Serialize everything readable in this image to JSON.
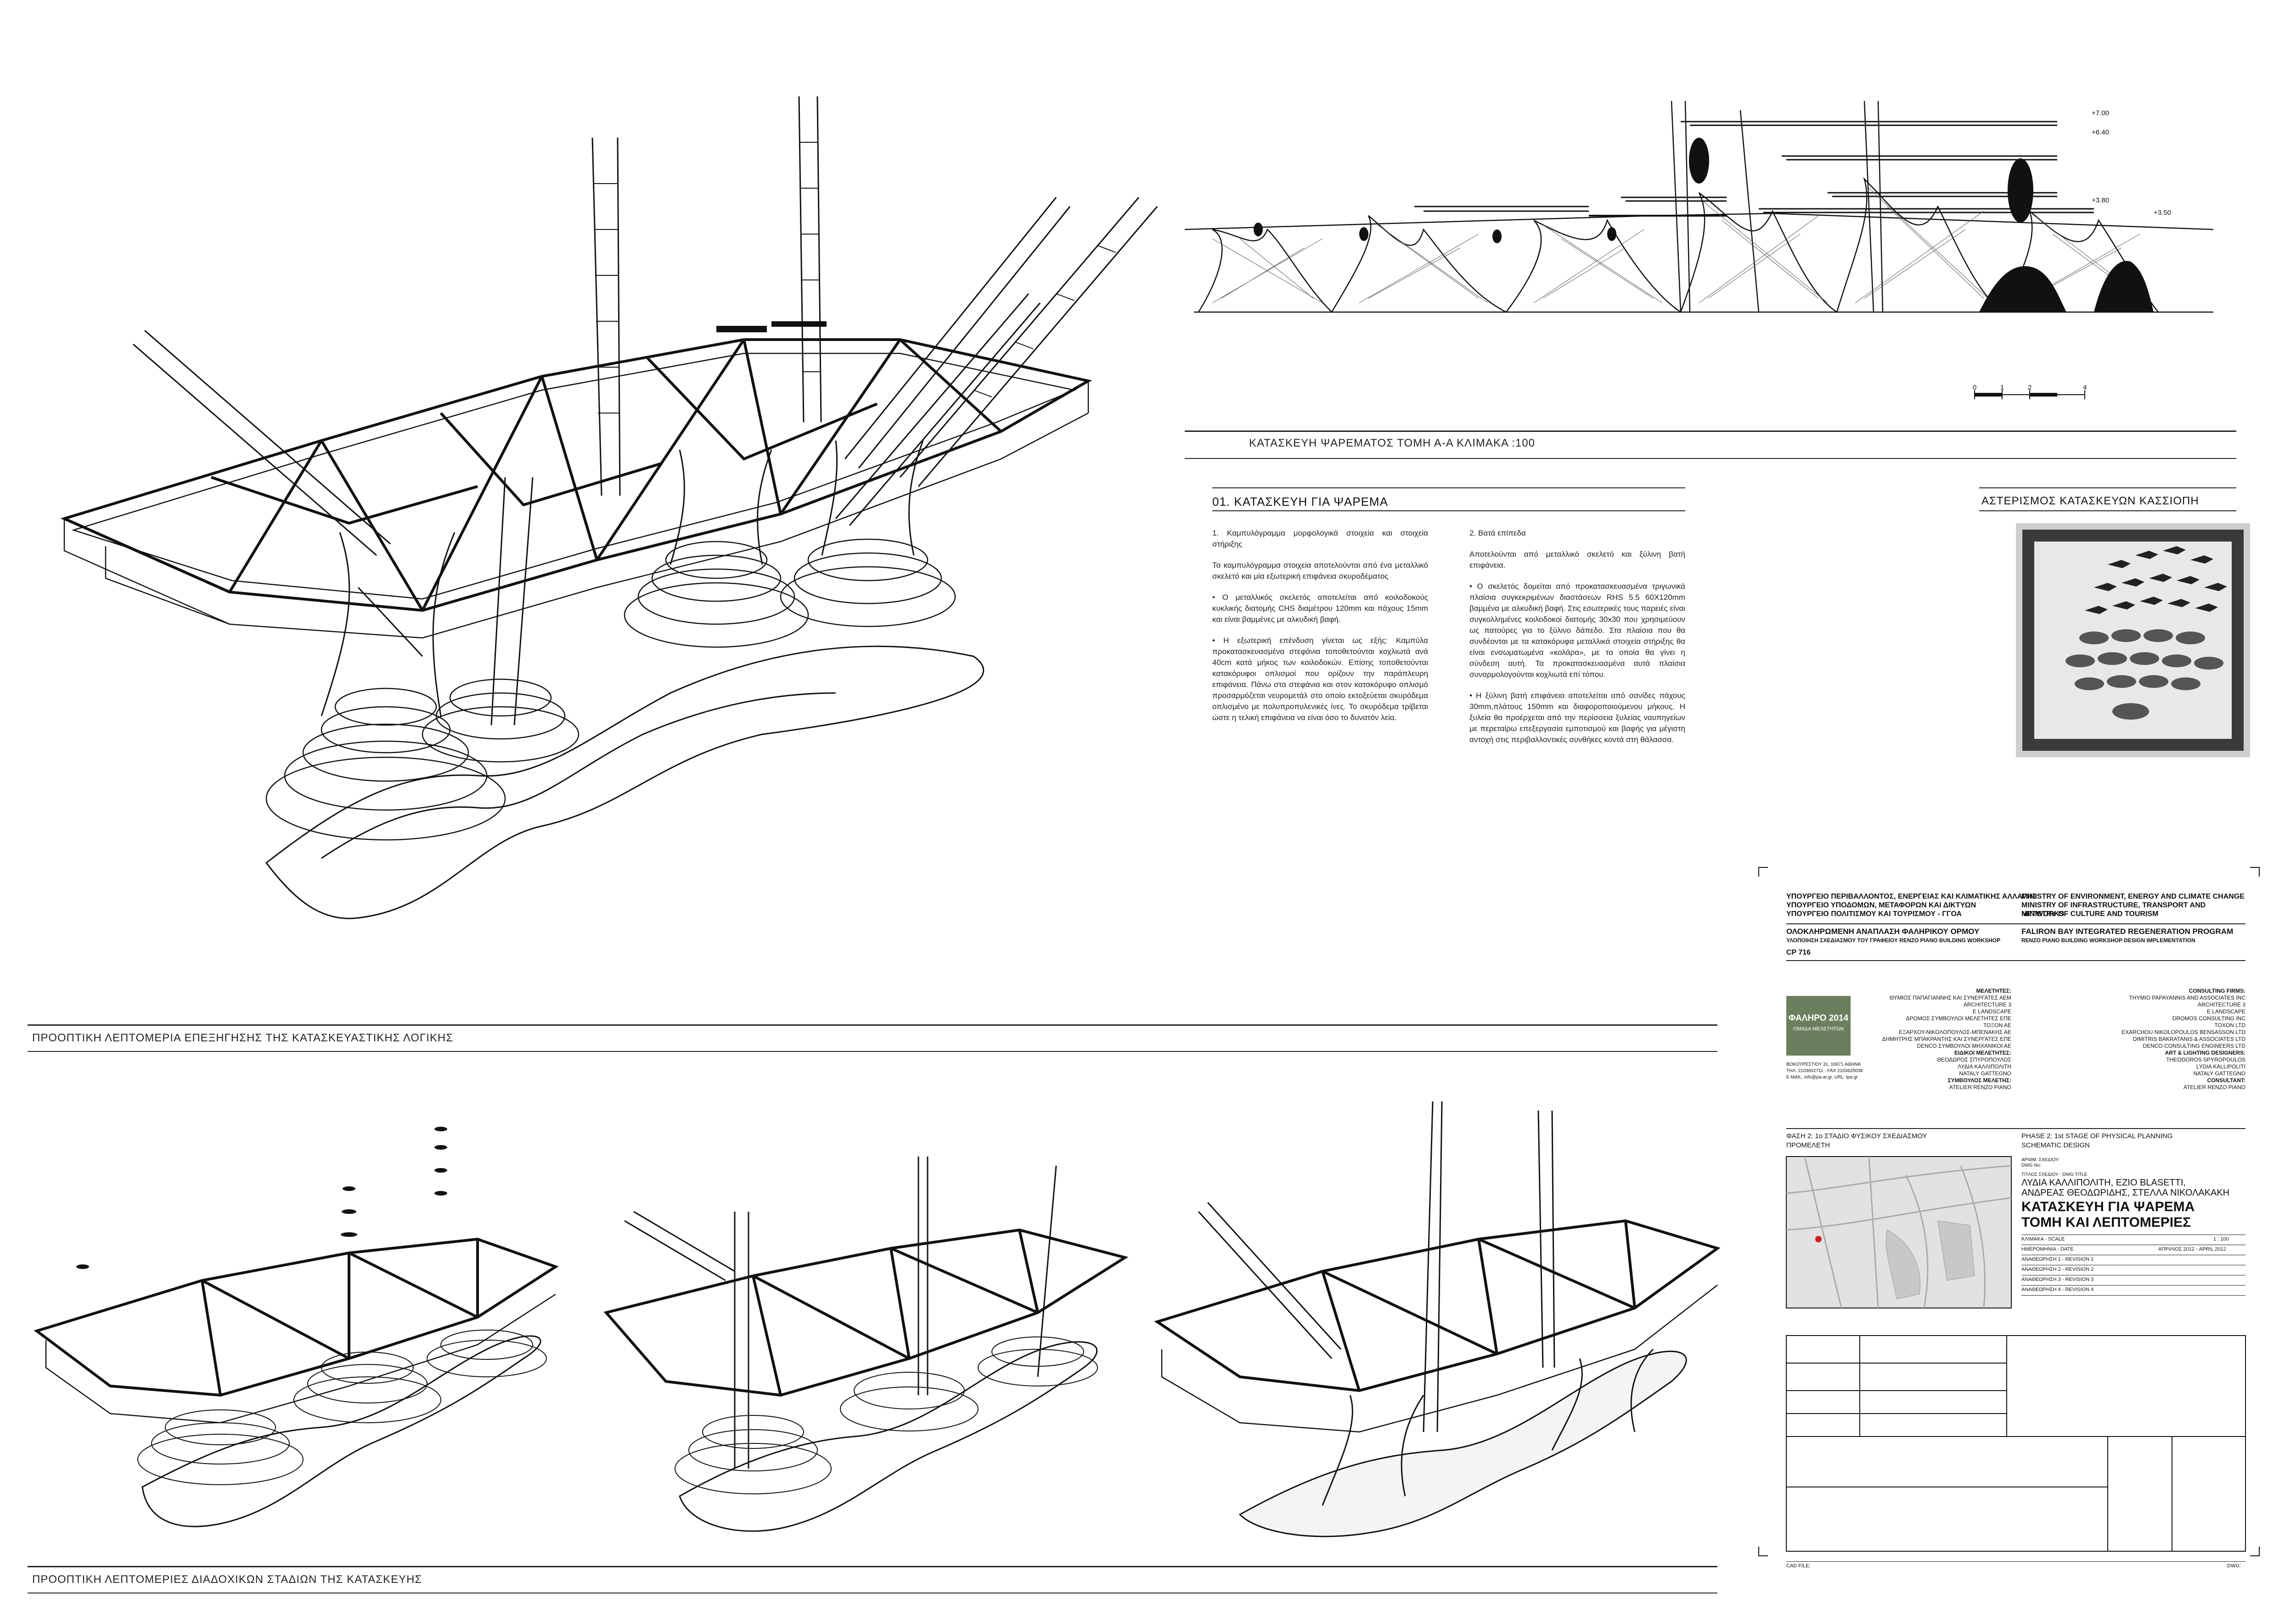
{
  "section_drawing": {
    "title": "ΚΑΤΑΣΚΕΥΗ ΨΑΡΕΜΑΤΟΣ ΤΟΜΗ Α-Α ΚΛΙΜΑΚΑ :100",
    "elevations": [
      "+7.00",
      "+6.40",
      "+3.80",
      "+3.50"
    ],
    "scale_ticks": [
      "0",
      "1",
      "2",
      "4"
    ]
  },
  "axonometric": {
    "caption": "ΠΡΟΟΠΤΙΚΗ ΛΕΠΤΟΜΕΡΙΑ ΕΠΕΞΗΓΗΣΗΣ ΤΗΣ ΚΑΤΑΣΚΕΥΑΣΤΙΚΗΣ ΛΟΓΙΚΗΣ"
  },
  "stages": {
    "caption": "ΠΡΟΟΠΤΙΚΗ ΛΕΠΤΟΜΕΡΙΕΣ ΔΙΑΔΟΧΙΚΩΝ ΣΤΑΔΙΩΝ ΤΗΣ ΚΑΤΑΣΚΕΥΗΣ"
  },
  "text_section": {
    "heading": "01. ΚΑΤΑΣΚΕΥΗ ΓΙΑ ΨΑΡΕΜΑ",
    "col1": [
      "1.        Καμπυλόγραμμα μορφολογικά στοιχεία και στοιχεία στήριξης",
      "Τα καμπυλόγραμμα στοιχεία αποτελούνται από ένα μεταλλικό σκελετό και μία εξωτερική επιφάνεια σκυροδέματος",
      "•        Ο μεταλλικός σκελετός αποτελείται από κοιλοδοκούς κυκλικής διατομής CHS διαμέτρου 120mm και πάχους 15mm και είναι βαμμένες με αλκυδική βαφή.",
      "•        Η εξωτερική επένδυση γίνεται ως εξής: Καμπύλα προκατασκευασμένα στεφάνια τοποθετούνται κοχλιωτά ανά 40cm κατά μήκος των κοιλοδοκών. Επίσης τοποθετούνται κατακόρυφοι οπλισμοί που ορίζουν την παράπλευρη επιφάνεια. Πάνω στα στεφάνια και στον κατακόρυφο οπλισμό προσαρμόζεται νευρομετάλ στο οποίο εκτοξεύεται σκυρόδεμα οπλισμένο με πολυπροπυλενικές ίνες. Το σκυρόδεμα τρίβεται ώστε η τελική επιφάνεια να είναι όσο το δυνατόν λεία."
    ],
    "col2": [
      "2.        Βατά επίπεδα",
      "Αποτελούνται από μεταλλικό σκελετό και ξύλινη βατή επιφάνεια.",
      "•        Ο σκελετός δομείται από προκατασκευασμένα τριγωνικά πλαίσια συγκεκριμένων διαστάσεων RHS 5.5 60X120mm βαμμένα με αλκυδική βαφή. Στις εσωτερικές τους παρειές είναι συγκολλημένες κοιλοδοκοί διατομής 30x30 που χρησιμεύουν ως πατούρες για το ξύλινο δάπεδο. Στα πλαίσια που θα συνδέονται με τα κατακόρυφα μεταλλικά στοιχεία στήριξης θα είναι ενσωματωμένα «κολάρα», με τα οποία θα γίνει η σύνδεση αυτή. Τα προκατασκευασμένα αυτά πλαίσια συναρμολογούνται κοχλιωτά επί τόπου.",
      "•        Η ξύλινη βατή επιφάνεια αποτελείται από σανίδες πάχους 30mm,πλάτους 150mm και διαφοροποιούμενου μήκους. Η ξυλεία θα προέρχεται από την περίσσεια ξυλείας ναυπηγείων με περεταίρω επεξεργασία εμποτισμού και βαφής για μέγιστη αντοχή στις περιβαλλοντικές συνθήκες κοντά στη θάλασσα."
    ]
  },
  "reference": {
    "title": "ΑΣΤΕΡΙΣΜΟΣ ΚΑΤΑΣΚΕΥΩΝ ΚΑΣΣΙΟΠΗ"
  },
  "title_block": {
    "ministry_gr": [
      "ΥΠΟΥΡΓΕΙΟ ΠΕΡΙΒΑΛΛΟΝΤΟΣ, ΕΝΕΡΓΕΙΑΣ ΚΑΙ ΚΛΙΜΑΤΙΚΗΣ ΑΛΛΑΓΗΣ",
      "ΥΠΟΥΡΓΕΙΟ ΥΠΟΔΟΜΩΝ, ΜΕΤΑΦΟΡΩΝ ΚΑΙ ΔΙΚΤΥΩΝ",
      "ΥΠΟΥΡΓΕΙΟ ΠΟΛΙΤΙΣΜΟΥ ΚΑΙ ΤΟΥΡΙΣΜΟΥ  -  ΓΓΟΑ"
    ],
    "ministry_en": [
      "MINISTRY OF  ENVIRONMENT, ENERGY AND CLIMATE CHANGE",
      "MINISTRY OF INFRASTRUCTURE, TRANSPORT AND NETWORKS",
      "MINISTRY OF  CULTURE AND TOURISM"
    ],
    "program_gr": "ΟΛΟΚΛΗΡΩΜΕΝΗ ΑΝΑΠΛΑΣΗ ΦΑΛΗΡΙΚΟΥ ΟΡΜΟΥ",
    "program_gr_sub": "ΥΛΟΠΟΙΗΣΗ ΣΧΕΔΙΑΣΜΟΥ ΤΟΥ ΓΡΑΦΕΙΟΥ RENZO PIANO BUILDING WORKSHOP",
    "program_en": "FALIRON BAY INTEGRATED REGENERATION PROGRAM",
    "program_en_sub": "RENZO PIANO BUILDING WORKSHOP DESIGN IMPLEMENTATION",
    "code": "CP 716",
    "logo_line1": "ΦΑΛΗΡΟ 2014",
    "logo_line2": "ΟΜΑΔΑ ΜΕΛΕΤΗΤΩΝ",
    "address": [
      "ΒΟΚΟΥΡΕΣΤΙΟΥ 31, 10671 ΑΘΗΝΑ",
      "ΤΗΛ. 2103602711 - FAX 2103625038",
      "E-MAIL: info@pa-ar.gr, URL: tpa.gr"
    ],
    "consultants_gr_heading": "ΜΕΛΕΤΗΤΕΣ:",
    "consultants_gr": [
      "ΘΥΜΙΟΣ ΠΑΠΑΓΙΑΝΝΗΣ ΚΑΙ ΣΥΝΕΡΓΑΤΕΣ ΑΕΜ",
      "ARCHITECTURE 3",
      "E LANDSCAPE",
      "ΔΡΟΜΟΣ ΣΥΜΒΟΥΛΟΙ ΜΕΛΕΤΗΤΕΣ ΕΠΕ",
      "ΤΟΞΟΝ ΑΕ",
      "ΕΞΑΡΧΟΥ-ΝΙΚΟΛΟΠΟΥΛΟΣ-ΜΠΕΝΑΚΗΣ ΑΕ",
      "ΔΗΜΗΤΡΗΣ ΜΠΑΚΡΑΝΤΗΣ ΚΑΙ ΣΥΝΕΡΓΑΤΕΣ ΕΠΕ",
      "DENCO ΣΥΜΒΟΥΛΟΙ ΜΗΧΑΝΙΚΟΙ ΑΕ"
    ],
    "special_gr_heading": "ΕΙΔΙΚΟΙ ΜΕΛΕΤΗΤΕΣ:",
    "special_gr": [
      "ΘΕΟΔΩΡΟΣ ΣΠΥΡΟΠΟΥΛΟΣ",
      "ΛΥΔΙΑ ΚΑΛΛΙΠΟΛΙΤΗ",
      "NATALY GATTEGNO"
    ],
    "advisor_gr_heading": "ΣΥΜΒΟΥΛΟΣ ΜΕΛΕΤΗΣ:",
    "advisor_gr": "ATELIER RENZO PIANO",
    "consultants_en_heading": "CONSULTING FIRMS:",
    "consultants_en": [
      "THYMIO PAPAYANNIS AND ASSOCIATES INC",
      "ARCHITECTURE 3",
      "E LANDSCAPE",
      "DROMOS CONSULTING INC",
      "TOXON LTD",
      "EXARCHOU NIKOLOPOULOS BENSASSON LTD",
      "DIMITRIS BAKRATANIS & ASSOCIATES LTD",
      "DENCO CONSULTING ENGINEERS LTD"
    ],
    "special_en_heading": "ART & LIGHTING DESIGNERS:",
    "special_en": [
      "THEODOROS SPYROPOULOS",
      "LYDIA KALLIPOLITI",
      "NATALY GATTEGNO"
    ],
    "advisor_en_heading": "CONSULTANT:",
    "advisor_en": "ATELIER RENZO PIANO",
    "phase_gr": "ΦΑΣΗ 2:  1ο ΣΤΑΔΙΟ ΦΥΣΙΚΟΥ ΣΧΕΔΙΑΣΜΟΥ",
    "phase_gr_sub": "ΠΡΟΜΕΛΕΤΗ",
    "phase_en": "PHASE 2: 1st STAGE OF PHYSICAL PLANNING",
    "phase_en_sub": "SCHEMATIC DESIGN",
    "dwg_no_label": "ΑΡΙΘΜ. ΣΧΕΔΙΟΥ:",
    "dwg_no_label_en": "DWG No:",
    "dwg_title_label": "ΤΙΤΛΟΣ ΣΧΕΔΙΟΥ - DWG TITLE",
    "authors": [
      "ΛΥΔΙΑ ΚΑΛΛΙΠΟΛΙΤΗ, EZIO BLASETTI,",
      "ΑΝΔΡΕΑΣ ΘΕΟΔΩΡΙΔΗΣ, ΣΤΕΛΛΑ ΝΙΚΟΛΑΚΑΚΗ"
    ],
    "drawing_title": [
      "ΚΑΤΑΣΚΕΥΗ ΓΙΑ ΨΑΡΕΜΑ",
      "ΤΟΜΗ ΚΑΙ ΛΕΠΤΟΜΕΡΙΕΣ"
    ],
    "scale_label": "ΚΛΙΜΑΚΑ - SCALE",
    "scale_value": "1 : 100",
    "date_label": "ΗΜΕΡΟΜΗΝΙΑ - DATE",
    "date_value": "ΑΠΡΙΛΙΟΣ 2012 - APRIL 2012",
    "revisions": [
      "ΑΝΑΘΕΩΡΗΣΗ 1 - REVISION 1",
      "ΑΝΑΘΕΩΡΗΣΗ 2 - REVISION 2",
      "ΑΝΑΘΕΩΡΗΣΗ 3 - REVISION 3",
      "ΑΝΑΘΕΩΡΗΣΗ 4 - REVISION 4"
    ],
    "cad_file_label": "CAD FILE:",
    "dwg_label": "DWG:"
  }
}
